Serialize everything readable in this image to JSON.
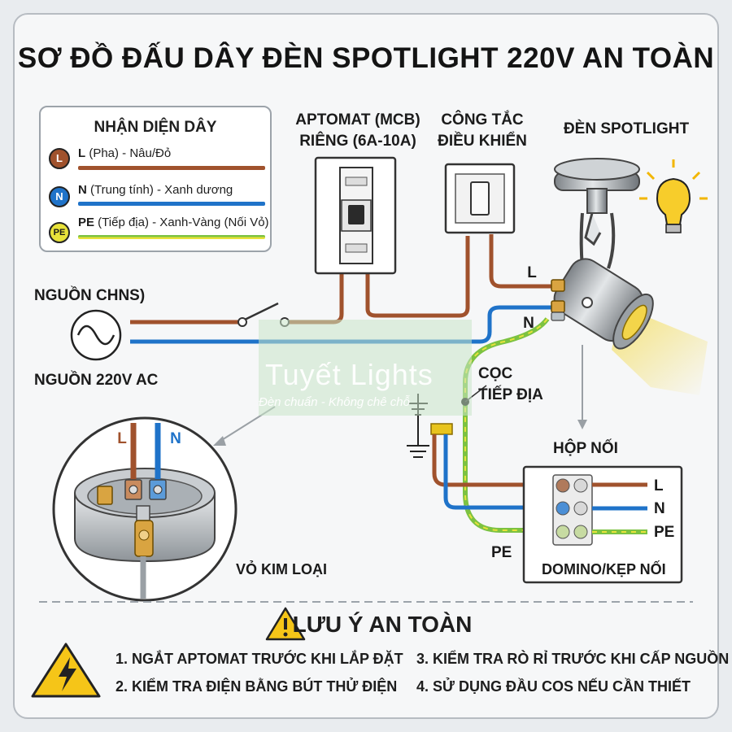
{
  "title": "SƠ ĐỒ ĐẤU DÂY ĐÈN SPOTLIGHT 220V AN TOÀN",
  "legend": {
    "title": "NHẬN DIỆN DÂY",
    "items": [
      {
        "badge": "L",
        "code": "L",
        "desc": " (Pha) - Nâu/Đỏ",
        "color": "#a0522d"
      },
      {
        "badge": "N",
        "code": "N",
        "desc": " (Trung tính) - Xanh dương",
        "color": "#1f73c9"
      },
      {
        "badge": "PE",
        "code": "PE",
        "desc": " (Tiếp địa) - Xanh-Vàng (Nối Vỏ)",
        "color": "#9ccc3a"
      }
    ]
  },
  "labels": {
    "mcb": "APTOMAT (MCB)",
    "mcb2": "RIÊNG (6A-10A)",
    "switch": "CÔNG TẮC",
    "switch2": "ĐIỀU KHIỂN",
    "spotlight": "ĐÈN SPOTLIGHT",
    "source_top": "NGUỒN CHNS)",
    "source_bottom": "NGUỒN 220V AC",
    "wire_l": "L",
    "wire_n": "N",
    "ground": "CỌC",
    "ground2": "TIẾP ĐỊA",
    "junction": "HỘP NỐI",
    "term_l": "L",
    "term_n": "N",
    "term_pe": "PE",
    "pe_wire": "PE",
    "domino": "DOMINO/KẸP NỐI",
    "detail_l": "L",
    "detail_n": "N",
    "metal_case": "VỎ KIM LOẠI"
  },
  "watermark": {
    "brand": "Tuyết Lights",
    "tagline": "Đèn chuẩn - Không chê chỗ"
  },
  "safety": {
    "title": "LƯU Ý AN TOÀN",
    "items": [
      "1. NGẮT APTOMAT TRƯỚC KHI LẮP ĐẶT",
      "2. KIỂM TRA ĐIỆN BẰNG BÚT THỬ ĐIỆN",
      "3. KIỂM TRA RÒ RỈ TRƯỚC KHI CẤP NGUỒN",
      "4. SỬ DỤNG ĐẦU COS NẾU CẦN THIẾT"
    ]
  },
  "colors": {
    "live": "#a0522d",
    "neutral": "#1f73c9",
    "earth_green": "#7cc242",
    "earth_yellow": "#e8e23a",
    "warning": "#f5c518"
  }
}
